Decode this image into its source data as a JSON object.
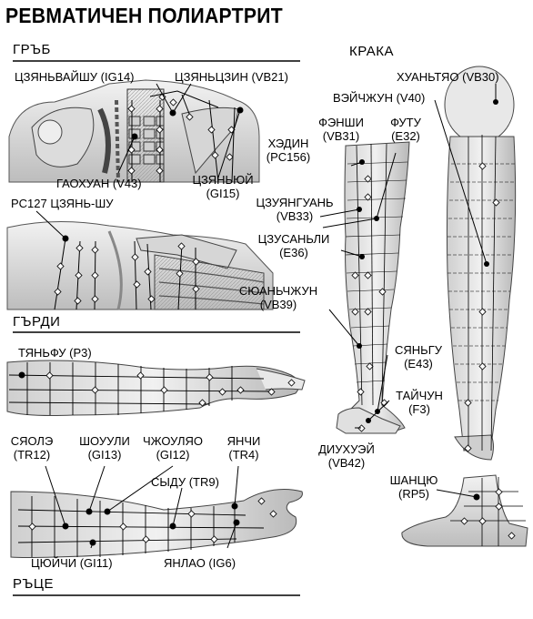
{
  "title": "РЕВМАТИЧЕН ПОЛИАРТРИТ",
  "sections": {
    "back": "ГРЪБ",
    "legs": "КРАКА",
    "chest": "ГЪРДИ",
    "arms": "РЪЦЕ"
  },
  "points": {
    "ig14": "ЦЗЯНЬВАЙШУ (IG14)",
    "vb21": "ЦЗЯНЬЦЗИН (VB21)",
    "v43": "ГАОХУАН (V43)",
    "gi15_name": "ЦЗЯНЬЮЙ",
    "gi15_code": "(GI15)",
    "pc127": "PC127 ЦЗЯНЬ-ШУ",
    "p3": "ТЯНЬФУ (P3)",
    "tr12_name": "СЯОЛЭ",
    "tr12_code": "(TR12)",
    "gi13_name": "ШОУУЛИ",
    "gi13_code": "(GI13)",
    "gi12_name": "ЧЖОУЛЯО",
    "gi12_code": "(GI12)",
    "tr4_name": "ЯНЧИ",
    "tr4_code": "(TR4)",
    "tr9": "СЫДУ (TR9)",
    "gi11": "ЦЮЙЧИ (GI11)",
    "ig6": "ЯНЛАО (IG6)",
    "vb30": "ХУАНЬТЯО (VB30)",
    "v40": "ВЭЙЧЖУН (V40)",
    "vb31_name": "ФЭНШИ",
    "vb31_code": "(VB31)",
    "e32_name": "ФУТУ",
    "e32_code": "(E32)",
    "pc156_name": "ХЭДИН",
    "pc156_code": "(PC156)",
    "vb33_name": "ЦЗУЯНГУАНЬ",
    "vb33_code": "(VB33)",
    "e36_name": "ЦЗУСАНЬЛИ",
    "e36_code": "(E36)",
    "vb39_name": "СЮАНЬЧЖУН",
    "vb39_code": "(VB39)",
    "e43_name": "СЯНЬГУ",
    "e43_code": "(E43)",
    "f3_name": "ТАЙЧУН",
    "f3_code": "(F3)",
    "vb42_name": "ДИУХУЭЙ",
    "vb42_code": "(VB42)",
    "rp5_name": "ШАНЦЮ",
    "rp5_code": "(RP5)"
  }
}
